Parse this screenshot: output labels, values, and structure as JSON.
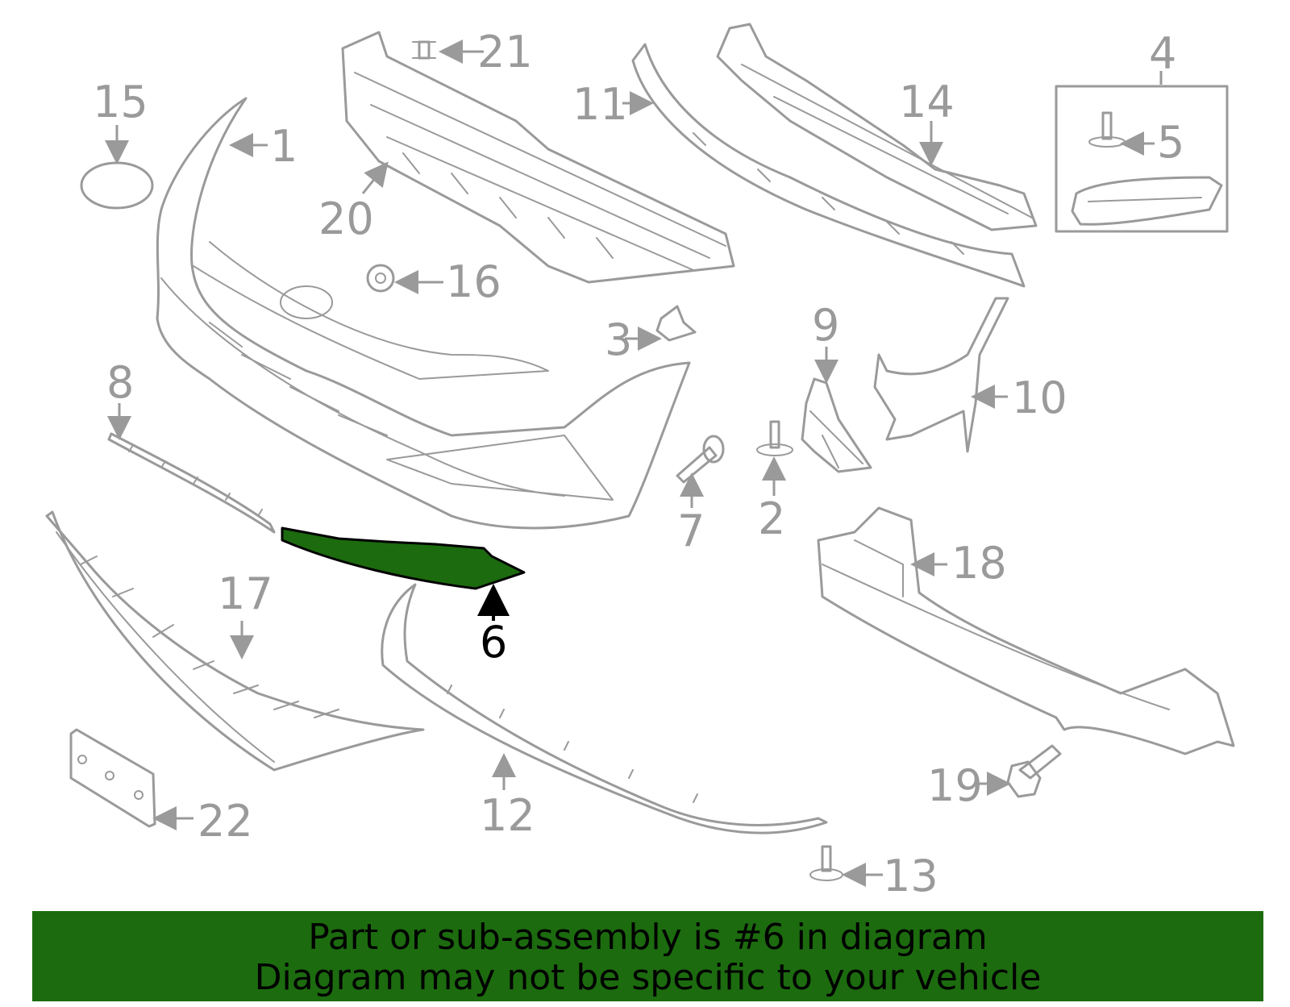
{
  "diagram": {
    "callouts": [
      {
        "id": "c1",
        "label": "1"
      },
      {
        "id": "c2",
        "label": "2"
      },
      {
        "id": "c3",
        "label": "3"
      },
      {
        "id": "c4",
        "label": "4"
      },
      {
        "id": "c5",
        "label": "5"
      },
      {
        "id": "c6",
        "label": "6"
      },
      {
        "id": "c7",
        "label": "7"
      },
      {
        "id": "c8",
        "label": "8"
      },
      {
        "id": "c9",
        "label": "9"
      },
      {
        "id": "c10",
        "label": "10"
      },
      {
        "id": "c11",
        "label": "11"
      },
      {
        "id": "c12",
        "label": "12"
      },
      {
        "id": "c13",
        "label": "13"
      },
      {
        "id": "c14",
        "label": "14"
      },
      {
        "id": "c15",
        "label": "15"
      },
      {
        "id": "c16",
        "label": "16"
      },
      {
        "id": "c17",
        "label": "17"
      },
      {
        "id": "c18",
        "label": "18"
      },
      {
        "id": "c19",
        "label": "19"
      },
      {
        "id": "c20",
        "label": "20"
      },
      {
        "id": "c21",
        "label": "21"
      },
      {
        "id": "c22",
        "label": "22"
      }
    ],
    "highlighted_part": "6",
    "colors": {
      "line": "#9a9a9a",
      "highlight_fill": "#1c6b0f",
      "highlight_text": "#000000"
    }
  },
  "banner": {
    "line1": "Part or sub-assembly is #6 in diagram",
    "line2": "Diagram may not be specific to your vehicle",
    "background": "#1c6b0f"
  }
}
